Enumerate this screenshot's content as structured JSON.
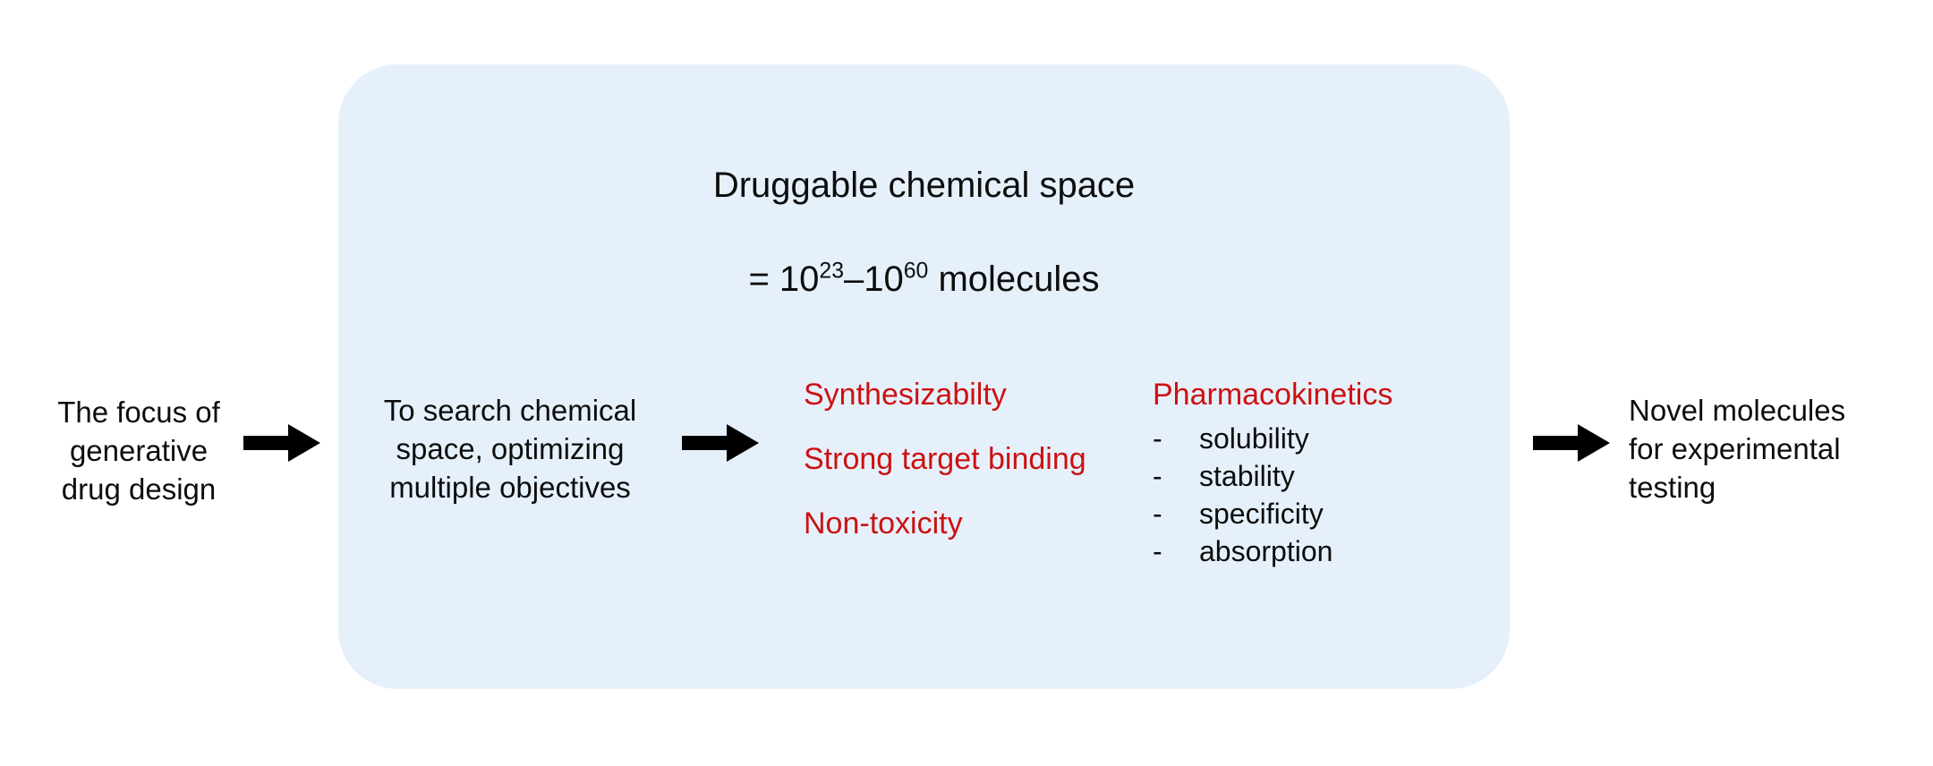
{
  "colors": {
    "background": "#ffffff",
    "box_fill": "#e6f0fb",
    "objective_red": "#cc1111",
    "text_black": "#0d0d0d",
    "arrow_black": "#000000"
  },
  "space_box": {
    "title_line1": "Druggable chemical space",
    "title_line2_prefix": "= 10",
    "title_line2_exp1": "23",
    "title_line2_dash": "–10",
    "title_line2_exp2": "60",
    "title_line2_suffix": " molecules"
  },
  "input": {
    "label": "The focus of\ngenerative\ndrug design"
  },
  "process": {
    "label": "To search chemical\nspace, optimizing\nmultiple objectives"
  },
  "objectives": [
    {
      "label": "Synthesizabilty"
    },
    {
      "label": "Strong target binding"
    },
    {
      "label": "Non-toxicity"
    }
  ],
  "pharmacokinetics": {
    "title": "Pharmacokinetics",
    "dash": "-",
    "items": [
      {
        "label": "solubility"
      },
      {
        "label": "stability"
      },
      {
        "label": "specificity"
      },
      {
        "label": "absorption"
      }
    ]
  },
  "output": {
    "label": "Novel molecules\nfor experimental\ntesting"
  },
  "arrows": [
    {
      "name": "arrow-input-to-process"
    },
    {
      "name": "arrow-process-to-objectives"
    },
    {
      "name": "arrow-box-to-output"
    }
  ]
}
